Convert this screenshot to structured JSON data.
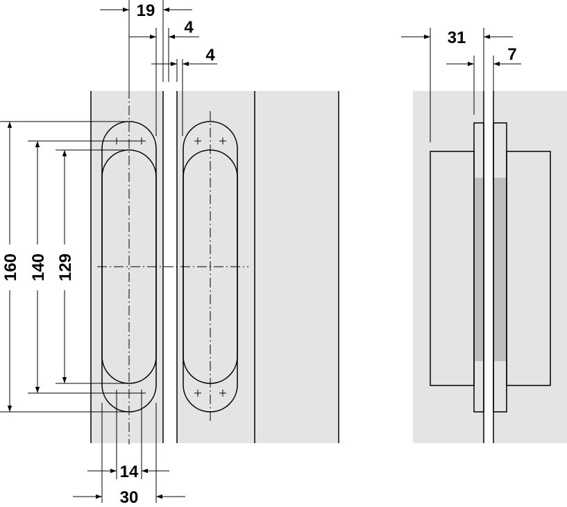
{
  "colors": {
    "panel": "#e4e4e4",
    "plate": "#8f8f8f",
    "body": "#cbcbcb",
    "side_plate": "#bdbdbd",
    "line": "#000000"
  },
  "front_view": {
    "dims": {
      "top_width": "19",
      "gap_a": "4",
      "gap_b": "4",
      "height_outer": "160",
      "height_mid": "140",
      "height_inner": "129",
      "bottom_inner": "14",
      "bottom_outer": "30"
    }
  },
  "side_view": {
    "dims": {
      "depth": "31",
      "thickness": "7"
    }
  }
}
